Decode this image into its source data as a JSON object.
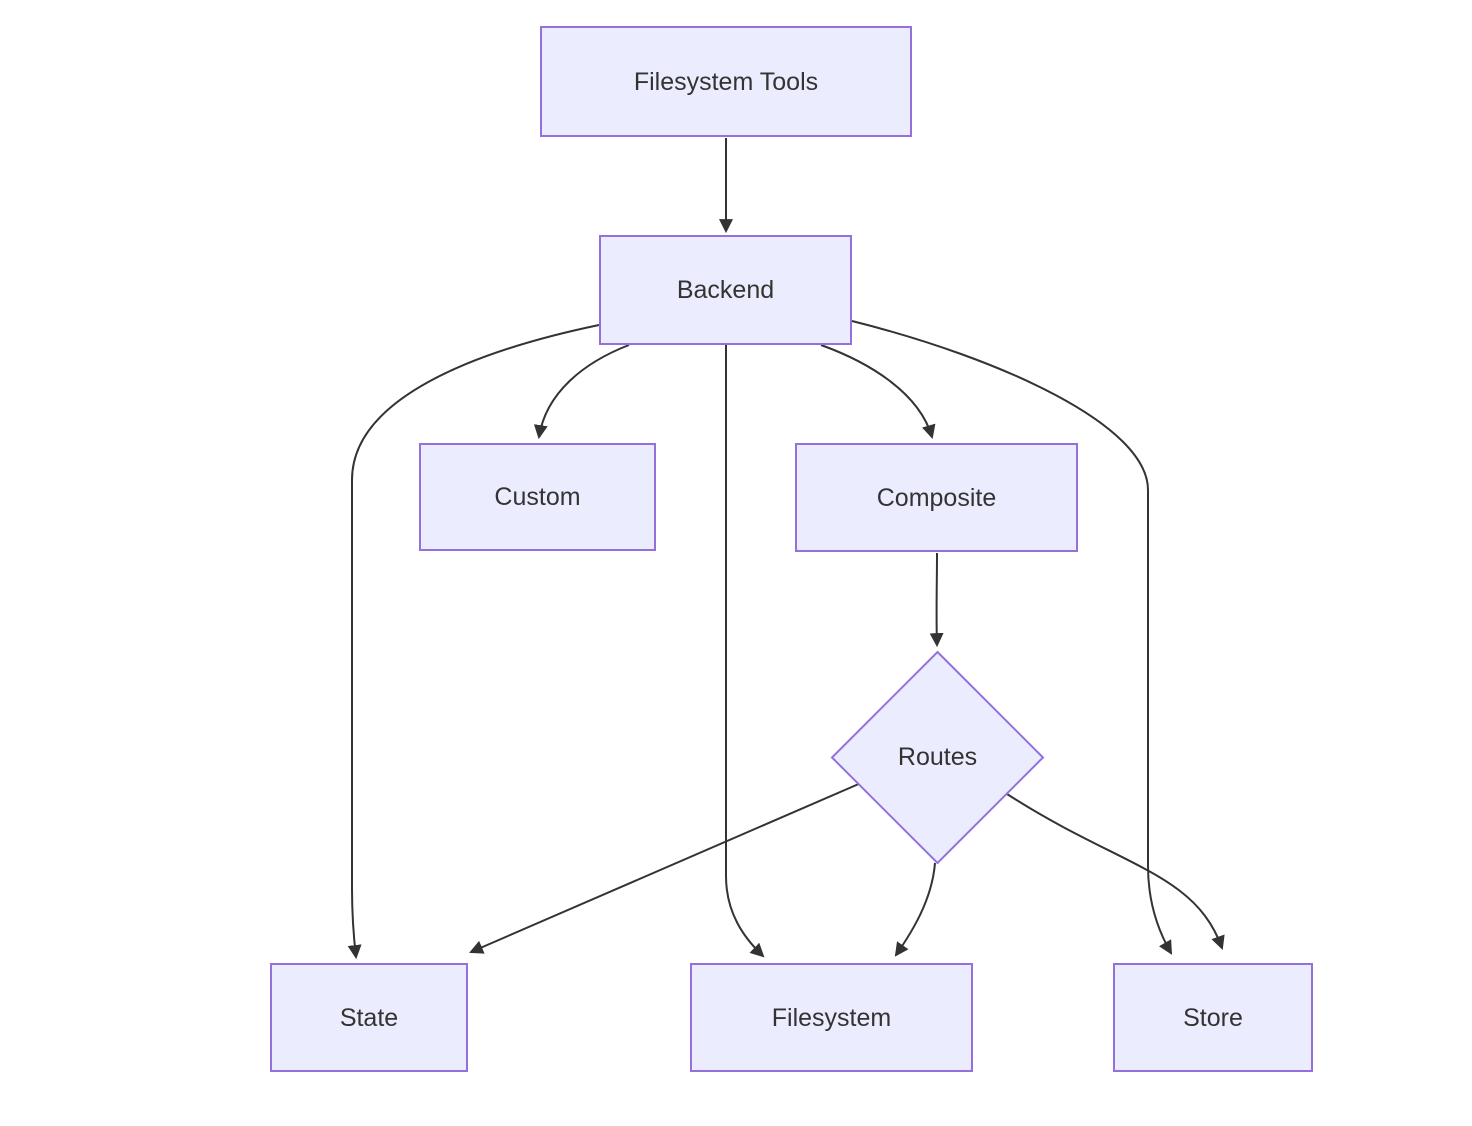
{
  "diagram": {
    "type": "flowchart",
    "direction": "top-down",
    "nodes": {
      "filesystem_tools": {
        "label": "Filesystem Tools",
        "shape": "rect"
      },
      "backend": {
        "label": "Backend",
        "shape": "rect"
      },
      "custom": {
        "label": "Custom",
        "shape": "rect"
      },
      "composite": {
        "label": "Composite",
        "shape": "rect"
      },
      "routes": {
        "label": "Routes",
        "shape": "diamond"
      },
      "state": {
        "label": "State",
        "shape": "rect"
      },
      "filesystem": {
        "label": "Filesystem",
        "shape": "rect"
      },
      "store": {
        "label": "Store",
        "shape": "rect"
      }
    },
    "edges": [
      {
        "from": "filesystem_tools",
        "to": "backend"
      },
      {
        "from": "backend",
        "to": "custom"
      },
      {
        "from": "backend",
        "to": "composite"
      },
      {
        "from": "backend",
        "to": "state"
      },
      {
        "from": "backend",
        "to": "filesystem"
      },
      {
        "from": "backend",
        "to": "store"
      },
      {
        "from": "composite",
        "to": "routes"
      },
      {
        "from": "routes",
        "to": "state"
      },
      {
        "from": "routes",
        "to": "filesystem"
      },
      {
        "from": "routes",
        "to": "store"
      }
    ],
    "colors": {
      "node_fill": "#ECECFF",
      "node_border": "#9370DB",
      "edge_stroke": "#333333",
      "text": "#333333",
      "background": "#FFFFFF"
    }
  }
}
